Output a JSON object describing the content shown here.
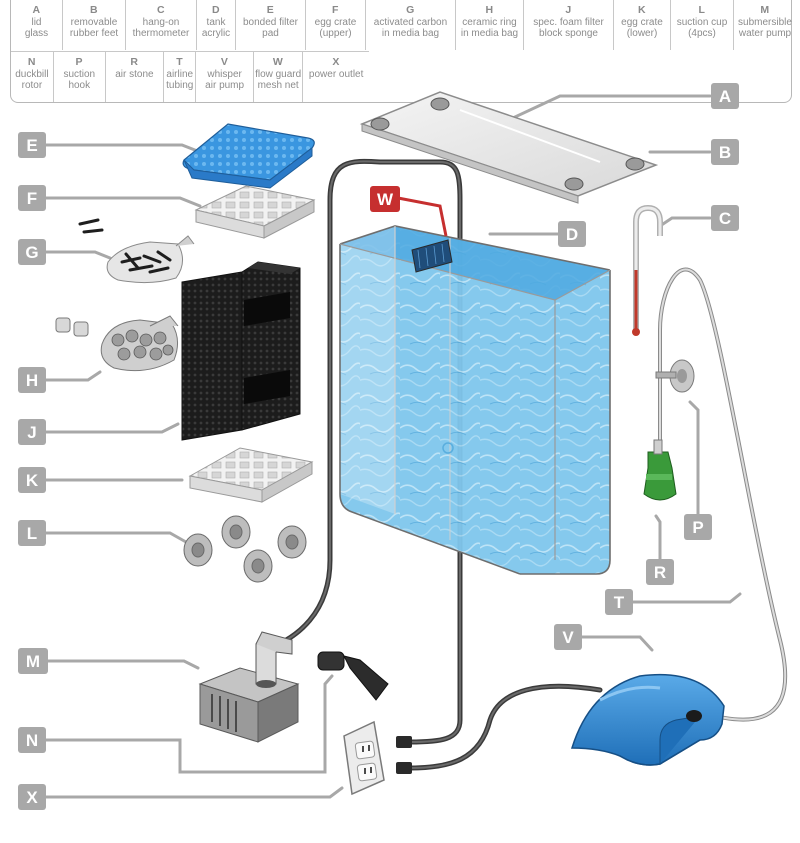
{
  "legend": {
    "row1": [
      {
        "letter": "A",
        "desc1": "lid",
        "desc2": "glass"
      },
      {
        "letter": "B",
        "desc1": "removable",
        "desc2": "rubber feet"
      },
      {
        "letter": "C",
        "desc1": "hang-on",
        "desc2": "thermometer"
      },
      {
        "letter": "D",
        "desc1": "tank",
        "desc2": "acrylic"
      },
      {
        "letter": "E",
        "desc1": "bonded filter",
        "desc2": "pad"
      },
      {
        "letter": "F",
        "desc1": "egg crate",
        "desc2": "(upper)"
      },
      {
        "letter": "G",
        "desc1": "activated carbon",
        "desc2": "in media bag"
      },
      {
        "letter": "H",
        "desc1": "ceramic ring",
        "desc2": "in media bag"
      },
      {
        "letter": "J",
        "desc1": "spec. foam filter",
        "desc2": "block sponge"
      },
      {
        "letter": "K",
        "desc1": "egg crate",
        "desc2": "(lower)"
      },
      {
        "letter": "L",
        "desc1": "suction cup",
        "desc2": "(4pcs)"
      },
      {
        "letter": "M",
        "desc1": "submersible",
        "desc2": "water pump"
      }
    ],
    "row2": [
      {
        "letter": "N",
        "desc1": "duckbill",
        "desc2": "rotor"
      },
      {
        "letter": "P",
        "desc1": "suction hook",
        "desc2": ""
      },
      {
        "letter": "R",
        "desc1": "air stone",
        "desc2": ""
      },
      {
        "letter": "T",
        "desc1": "airline",
        "desc2": "tubing"
      },
      {
        "letter": "V",
        "desc1": "whisper",
        "desc2": "air pump"
      },
      {
        "letter": "W",
        "desc1": "flow guard",
        "desc2": "mesh net"
      },
      {
        "letter": "X",
        "desc1": "power outlet",
        "desc2": ""
      }
    ]
  },
  "tags": {
    "A": "A",
    "B": "B",
    "C": "C",
    "D": "D",
    "E": "E",
    "F": "F",
    "G": "G",
    "H": "H",
    "J": "J",
    "K": "K",
    "L": "L",
    "M": "M",
    "N": "N",
    "P": "P",
    "R": "R",
    "T": "T",
    "V": "V",
    "W": "W",
    "X": "X"
  },
  "colors": {
    "tag_gray": "#a8a8a8",
    "tag_red": "#c62f2f",
    "water": "#7fc6ec",
    "water_dark": "#5aaede",
    "foam": "#2a2a2a",
    "pump_blue": "#2e86d2",
    "airstone_green": "#3a9a3a",
    "filter_pad": "#3a96e0"
  },
  "icons": [
    "lid-glass",
    "rubber-foot-icon",
    "thermometer-icon",
    "tank-icon",
    "filter-pad-icon",
    "egg-crate-icon",
    "carbon-bag-icon",
    "ceramic-bag-icon",
    "foam-block-icon",
    "suction-cup-icon",
    "water-pump-icon",
    "duckbill-rotor-icon",
    "suction-hook-icon",
    "air-stone-icon",
    "airline-tubing-icon",
    "air-pump-icon",
    "mesh-net-icon",
    "power-outlet-icon"
  ]
}
